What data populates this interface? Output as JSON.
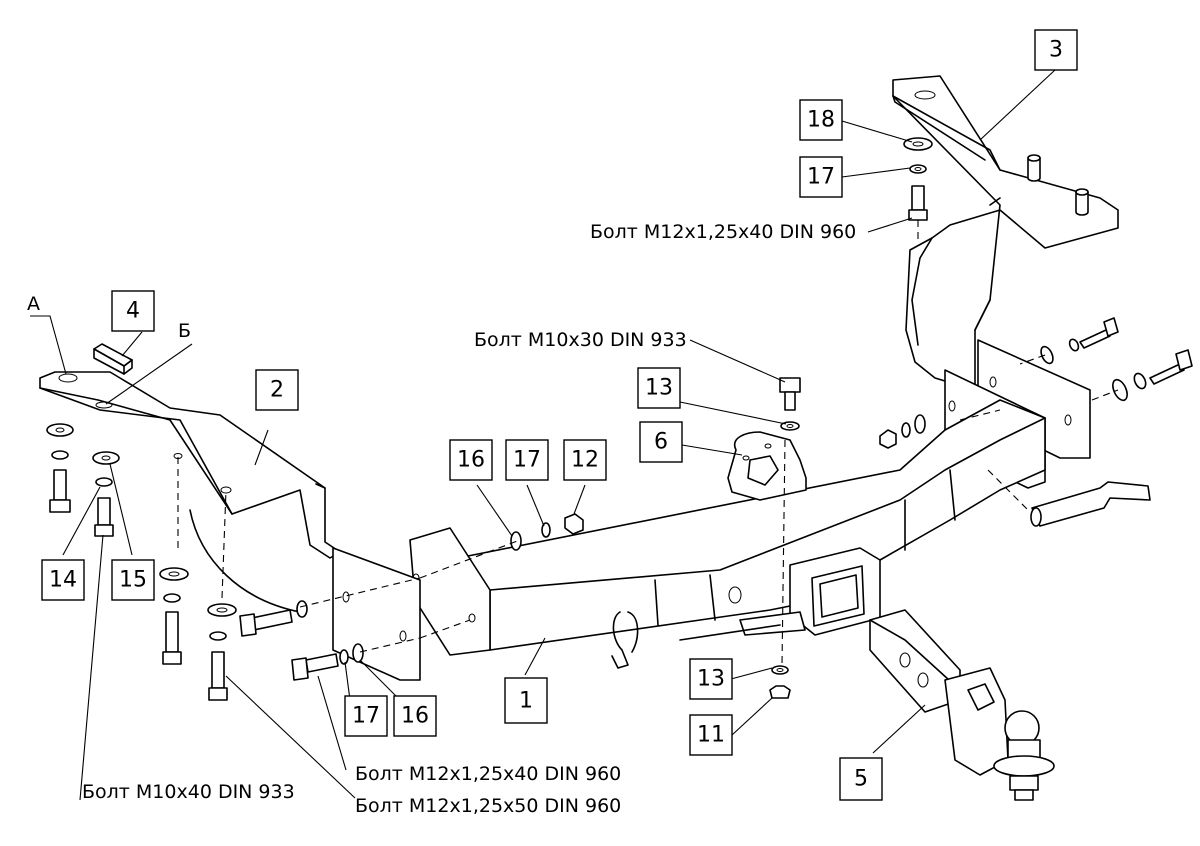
{
  "callouts": {
    "c1": "1",
    "c2": "2",
    "c3": "3",
    "c4": "4",
    "c5": "5",
    "c6": "6",
    "c11": "11",
    "c12": "12",
    "c13a": "13",
    "c13b": "13",
    "c14": "14",
    "c15": "15",
    "c16a": "16",
    "c16b": "16",
    "c17a": "17",
    "c17b": "17",
    "c17c": "17",
    "c18": "18"
  },
  "letters": {
    "a": "А",
    "b": "Б"
  },
  "bolts": {
    "m12x40_top": "Болт M12x1,25x40 DIN 960",
    "m10x30": "Болт M10x30 DIN 933",
    "m10x40": "Болт M10x40 DIN 933",
    "m12x40_bottom": "Болт M12x1,25x40 DIN 960",
    "m12x50": "Болт M12x1,25x50 DIN 960"
  }
}
